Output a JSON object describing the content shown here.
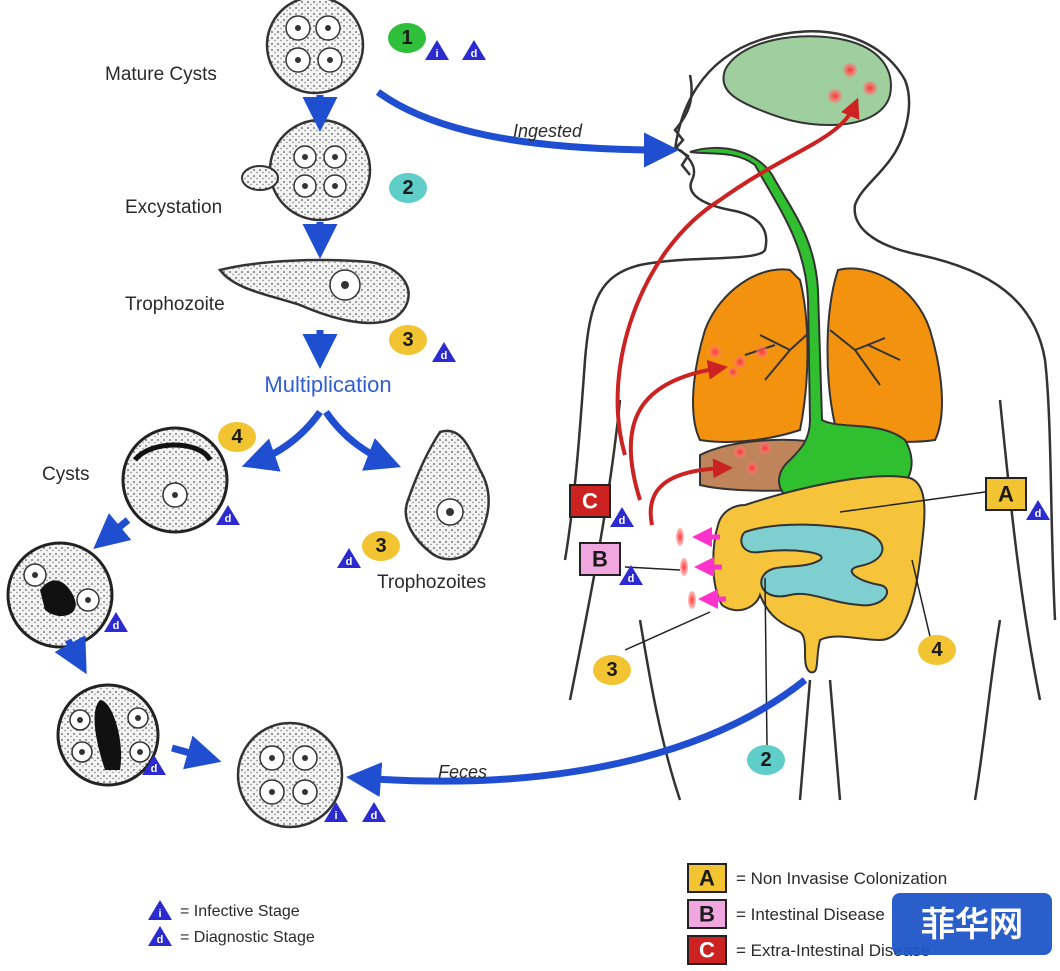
{
  "stages": {
    "mature_cysts": "Mature Cysts",
    "excystation": "Excystation",
    "trophozoite": "Trophozoite",
    "multiplication": "Multiplication",
    "cysts": "Cysts",
    "trophozoites": "Trophozoites"
  },
  "arrows": {
    "ingested": "Ingested",
    "feces": "Feces"
  },
  "markers": {
    "n1": "1",
    "n2": "2",
    "n3": "3",
    "n4": "4",
    "infective_letter": "i",
    "diagnostic_letter": "d"
  },
  "boxes": {
    "a": "A",
    "b": "B",
    "c": "C"
  },
  "legend": {
    "infective": "= Infective Stage",
    "diagnostic": "= Diagnostic Stage",
    "a_text": "= Non Invasise Colonization",
    "b_text": "= Intestinal Disease",
    "c_text": "= Extra-Intestinal Disease"
  },
  "watermark": "菲华网",
  "colors": {
    "green_marker": "#2fbf3a",
    "teal_marker": "#5fcdc8",
    "yellow_marker": "#f2c431",
    "triangle": "#2b2bd0",
    "blue_arrow": "#1f4fd0",
    "red_arrow": "#cc2222",
    "magenta_arrow": "#ff33cc",
    "lung": "#f3920f",
    "liver": "#c0845a",
    "brain": "#9fcf9f",
    "gi_green": "#2fbf2f",
    "colon": "#f6c43a",
    "small_intestine": "#7fcfd0",
    "box_a": "#f2c431",
    "box_b": "#f0a7e0",
    "box_c": "#cc2222"
  }
}
